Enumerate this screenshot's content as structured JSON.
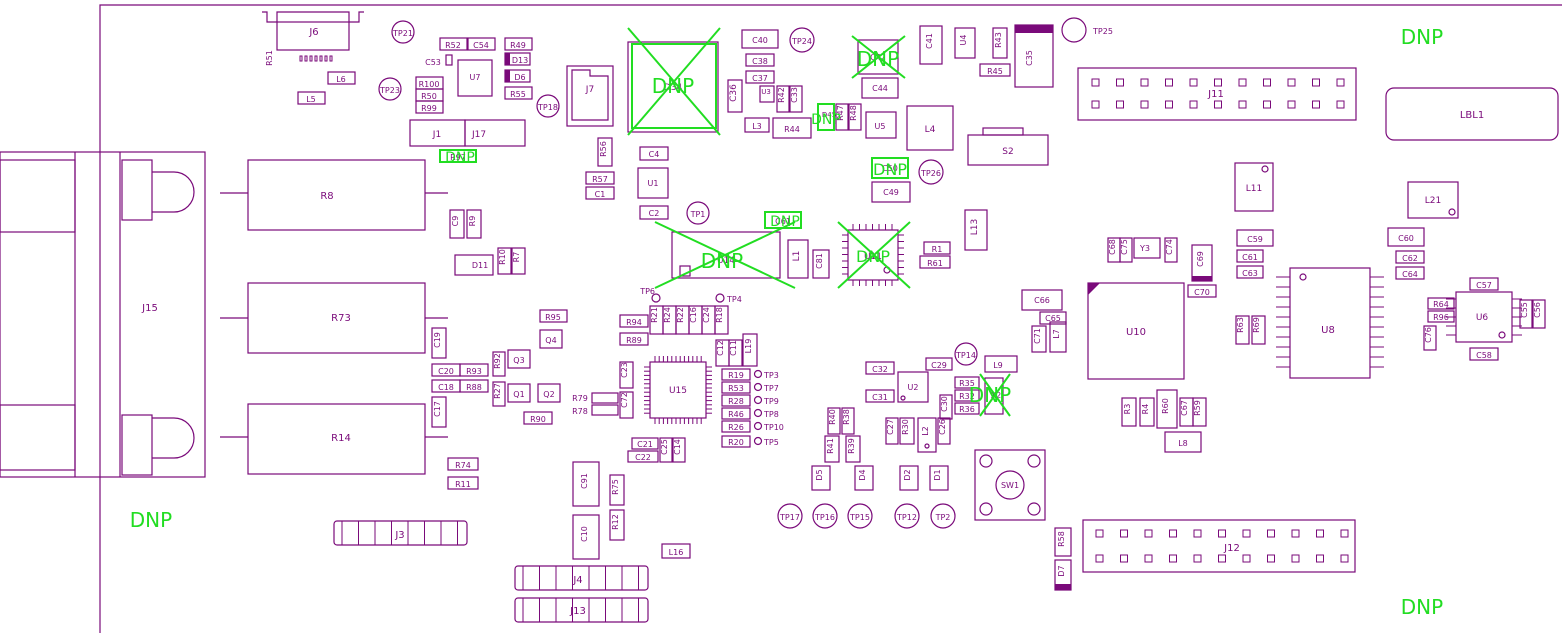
{
  "colors": {
    "silkscreen": "#7a0a7a",
    "dnp": "#22dd22",
    "background": "#ffffff"
  },
  "designators": {
    "J6": "J6",
    "TP21": "TP21",
    "R51": "R51",
    "R52": "R52",
    "C54": "C54",
    "R49": "R49",
    "C53": "C53",
    "D13": "D13",
    "D6": "D6",
    "R55": "R55",
    "L6": "L6",
    "L5": "L5",
    "R100": "R100",
    "R50": "R50",
    "R99": "R99",
    "U7": "U7",
    "TP23": "TP23",
    "TP18": "TP18",
    "J7": "J7",
    "J1": "J1",
    "J17": "J17",
    "R97": "R97",
    "R8": "R8",
    "R73": "R73",
    "R14": "R14",
    "J15": "J15",
    "C9": "C9",
    "R9": "R9",
    "D11": "D11",
    "R10": "R10",
    "R7": "R7",
    "R95": "R95",
    "Q4": "Q4",
    "Q3": "Q3",
    "C19": "C19",
    "C20": "C20",
    "R93": "R93",
    "R92": "R92",
    "C18": "C18",
    "R88": "R88",
    "R27": "R27",
    "Q1": "Q1",
    "Q2": "Q2",
    "R90": "R90",
    "C17": "C17",
    "R74": "R74",
    "R11": "R11",
    "J3": "J3",
    "J4": "J4",
    "J13": "J13",
    "C91": "C91",
    "R75": "R75",
    "C10": "C10",
    "R12": "R12",
    "L16": "L16",
    "R79": "R79",
    "R78": "R78",
    "C72": "C72",
    "C23": "C23",
    "U15": "U15",
    "R94": "R94",
    "R89": "R89",
    "R21": "R21",
    "R24": "R24",
    "R22": "R22",
    "C16": "C16",
    "C24": "C24",
    "R18": "R18",
    "C12": "C12",
    "C11": "C11",
    "L19": "L19",
    "C21": "C21",
    "C22": "C22",
    "C25": "C25",
    "C14": "C14",
    "TP6": "TP6",
    "TP4": "TP4",
    "R19": "R19",
    "R53": "R53",
    "R28": "R28",
    "R46": "R46",
    "R26": "R26",
    "R20": "R20",
    "TP3": "TP3",
    "TP7": "TP7",
    "TP9": "TP9",
    "TP8": "TP8",
    "TP10": "TP10",
    "TP5": "TP5",
    "R56": "R56",
    "R57": "R57",
    "C1": "C1",
    "C4": "C4",
    "U1": "U1",
    "C2": "C2",
    "TP1": "TP1",
    "D34": "D34",
    "C36": "C36",
    "C40": "C40",
    "TP24": "TP24",
    "C38": "C38",
    "C37": "C37",
    "U3": "U3",
    "R42": "R42",
    "C33": "C33",
    "L3": "L3",
    "R44": "R44",
    "D45": "D45",
    "R47": "R47",
    "R48": "R48",
    "C42": "C42",
    "C44": "C44",
    "C41": "C41",
    "U4": "U4",
    "R43": "R43",
    "R45": "R45",
    "C35": "C35",
    "TP25": "TP25",
    "U5": "U5",
    "L4": "L4",
    "C50": "C50",
    "TP26": "TP26",
    "C49": "C49",
    "S2": "S2",
    "U14": "U14",
    "C61": "C61",
    "L1": "L1",
    "C81": "C81",
    "U11": "U11",
    "R1": "R1",
    "R61": "R61",
    "L13": "L13",
    "J11": "J11",
    "LBL1": "LBL1",
    "L11": "L11",
    "L21": "L21",
    "C68": "C68",
    "C75": "C75",
    "Y3": "Y3",
    "C74": "C74",
    "C69": "C69",
    "C70": "C70",
    "C59": "C59",
    "C61b": "C61",
    "C63": "C63",
    "C60": "C60",
    "C62": "C62",
    "C64": "C64",
    "C66": "C66",
    "C65": "C65",
    "C71": "C71",
    "L7": "L7",
    "U10": "U10",
    "R63": "R63",
    "R69": "R69",
    "U8": "U8",
    "C57": "C57",
    "R64": "R64",
    "R96": "R96",
    "C76": "C76",
    "U6": "U6",
    "C55": "C55",
    "C56": "C56",
    "C58": "C58",
    "C32": "C32",
    "C29": "C29",
    "TP14": "TP14",
    "L9": "L9",
    "R35": "R35",
    "R32": "R32",
    "R36": "R36",
    "X2": "X2",
    "C31": "C31",
    "U2": "U2",
    "C30": "C30",
    "R40": "R40",
    "R38": "R38",
    "C27": "C27",
    "R30": "R30",
    "L2": "L2",
    "C26": "C26",
    "R41": "R41",
    "R39": "R39",
    "D5": "D5",
    "D4": "D4",
    "D2": "D2",
    "D1": "D1",
    "SW1": "SW1",
    "TP17": "TP17",
    "TP16": "TP16",
    "TP15": "TP15",
    "TP12": "TP12",
    "TP2": "TP2",
    "R3": "R3",
    "R4": "R4",
    "R60": "R60",
    "C67": "C67",
    "R59": "R59",
    "L8": "L8",
    "R58": "R58",
    "D7": "D7",
    "J12": "J12"
  },
  "dnp_marks": {
    "dnp1": "DNP",
    "dnp2": "DNP",
    "dnp3": "DNP",
    "dnp4": "DNP",
    "dnp5": "DNP",
    "dnp6": "DNP",
    "dnp7": "DNP",
    "dnp8": "DNP",
    "dnp9": "DNP",
    "dnp10": "DNP",
    "dnp11": "DNP",
    "dnp12": "DNP"
  }
}
